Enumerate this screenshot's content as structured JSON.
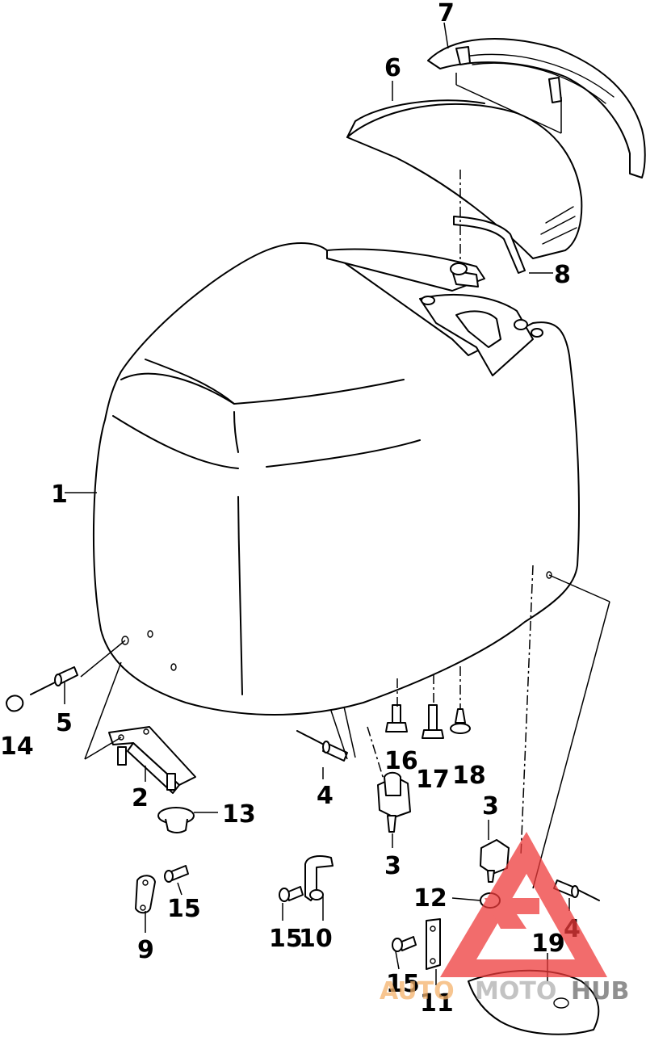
{
  "callouts": [
    {
      "id": "1",
      "label": "1"
    },
    {
      "id": "2",
      "label": "2"
    },
    {
      "id": "3a",
      "label": "3"
    },
    {
      "id": "3b",
      "label": "3"
    },
    {
      "id": "4a",
      "label": "4"
    },
    {
      "id": "4b",
      "label": "4"
    },
    {
      "id": "5",
      "label": "5"
    },
    {
      "id": "6",
      "label": "6"
    },
    {
      "id": "7",
      "label": "7"
    },
    {
      "id": "8",
      "label": "8"
    },
    {
      "id": "9",
      "label": "9"
    },
    {
      "id": "10",
      "label": "10"
    },
    {
      "id": "11",
      "label": "11"
    },
    {
      "id": "12",
      "label": "12"
    },
    {
      "id": "13",
      "label": "13"
    },
    {
      "id": "14",
      "label": "14"
    },
    {
      "id": "15a",
      "label": "15"
    },
    {
      "id": "15b",
      "label": "15"
    },
    {
      "id": "15c",
      "label": "15"
    },
    {
      "id": "16",
      "label": "16"
    },
    {
      "id": "17",
      "label": "17"
    },
    {
      "id": "18",
      "label": "18"
    },
    {
      "id": "19",
      "label": "19"
    }
  ],
  "watermark": {
    "part1": "AUTO",
    "part2": "MOTO",
    "part3": "HUB",
    "colors": {
      "auto": "#f5b26b",
      "moto": "#b0b0b0",
      "hub": "#6b6b6b",
      "triangle": "#ee3b3b"
    }
  }
}
